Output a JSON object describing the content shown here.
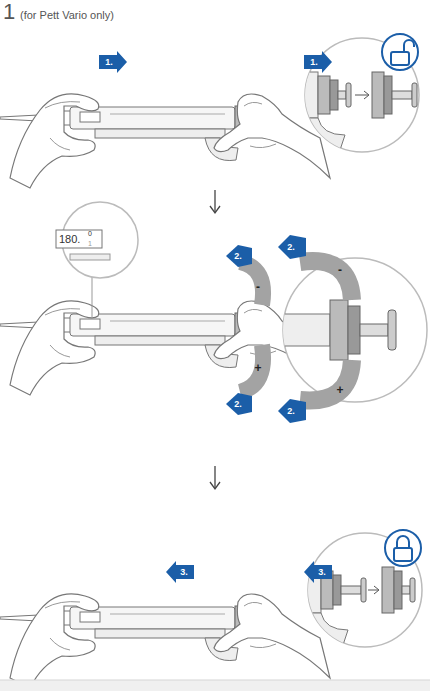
{
  "diagram": {
    "labels": [
      "1",
      "(for Pett Vario only)",
      "1.",
      "1.",
      "180.",
      "0",
      "1",
      "2.",
      "-",
      "2.",
      "+",
      "2.",
      "-",
      "2.",
      "+",
      "3.",
      "3."
    ]
  }
}
